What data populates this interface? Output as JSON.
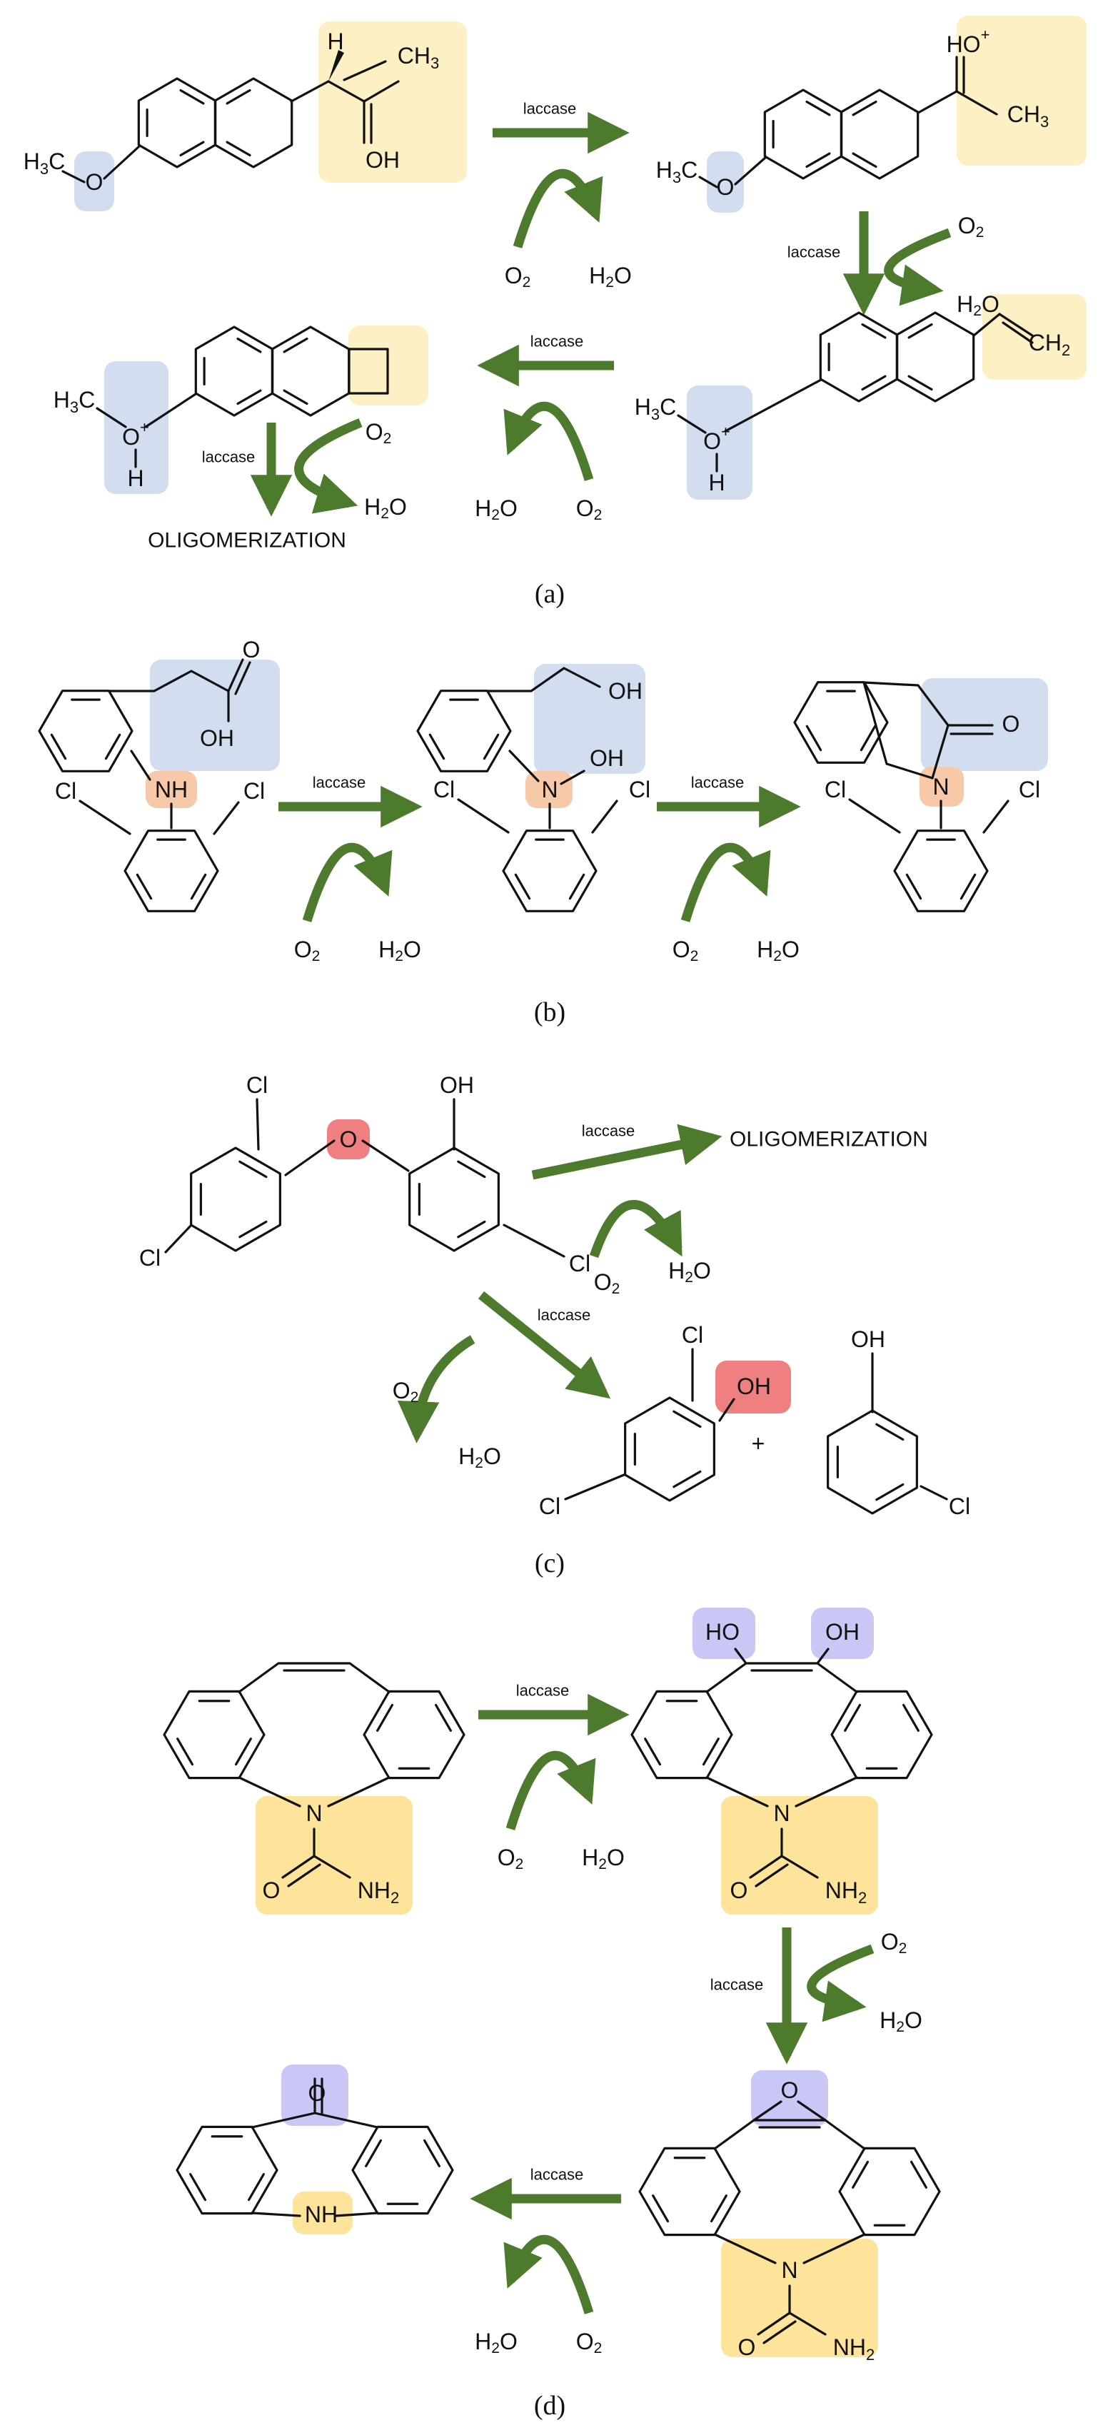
{
  "enzyme_label": "laccase",
  "oxygen": {
    "base": "O",
    "subscript": "2"
  },
  "water": {
    "base": "H",
    "subscript": "2",
    "tail": "O"
  },
  "oligomerization": "OLIGOMERIZATION",
  "plus_sign": "+",
  "colors": {
    "arrow": "#4e7a2e",
    "highlight_blue": "#d2def0",
    "highlight_yellow": "#fdf0c4",
    "highlight_orange": "#f8c9a8",
    "highlight_red": "#f07f82",
    "highlight_gold": "#fde49a",
    "highlight_purple": "#c9c7f6"
  },
  "panels": {
    "a": {
      "caption": "(a)",
      "labels": {
        "h3c": "H3C",
        "o": "O",
        "oh": "OH",
        "h": "H",
        "ch3": "CH3",
        "ho_plus": "HO+",
        "o_plus": "O+",
        "ch2": "CH2"
      }
    },
    "b": {
      "caption": "(b)",
      "labels": {
        "oh": "OH",
        "nh": "NH",
        "n": "N",
        "cl": "Cl",
        "o": "O"
      }
    },
    "c": {
      "caption": "(c)",
      "labels": {
        "oh": "OH",
        "cl": "Cl",
        "o": "O"
      }
    },
    "d": {
      "caption": "(d)",
      "labels": {
        "n": "N",
        "o": "O",
        "nh2": "NH2",
        "ho": "HO",
        "oh": "OH",
        "nh": "NH"
      }
    }
  }
}
